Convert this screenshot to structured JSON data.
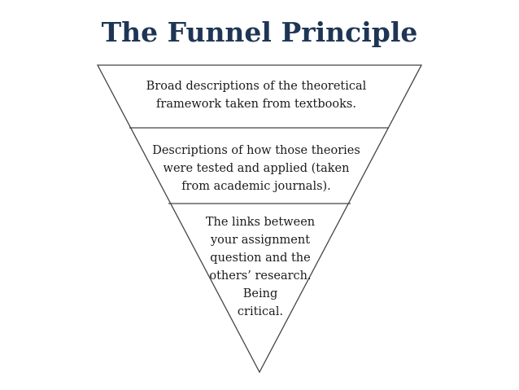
{
  "title": "The Funnel Principle",
  "levels": [
    {
      "lines": [
        "Broad descriptions of the theoretical",
        "framework taken from textbooks."
      ]
    },
    {
      "lines": [
        "Descriptions of how those theories",
        "were tested and applied (taken",
        "from academic journals)."
      ]
    },
    {
      "lines": [
        "The links between",
        "your assignment",
        "question and the",
        "others’ research.",
        "Being",
        "critical."
      ]
    }
  ],
  "colors": {
    "title": "#1f3555",
    "outline": "#444444",
    "text": "#1a1a1a"
  }
}
